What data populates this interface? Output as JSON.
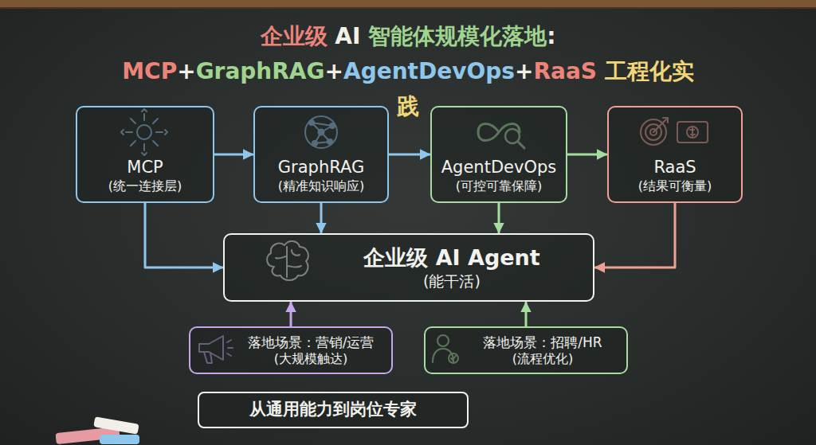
{
  "diagram": {
    "title": "企业级 AI 智能体规模化落地: MCP+GraphRAG+AgentDevOps+RaaS 工程化实践",
    "nodes": [
      {
        "text": [
          "MCP",
          "(统一连接层)"
        ]
      },
      {
        "text": [
          "GraphRAG",
          "(精准知识响应)"
        ]
      },
      {
        "text": [
          "AgentDevOps",
          "(可控可靠保障)"
        ]
      },
      {
        "text": [
          "RaaS",
          "(结果可衡量)"
        ]
      },
      {
        "text": [
          "企业级 AI Agent",
          "(能干活)"
        ]
      },
      {
        "text": [
          "落地场景：营销/运营",
          "(大规模触达)"
        ]
      },
      {
        "text": [
          "落地场景：招聘/HR",
          "(流程优化)"
        ]
      },
      {
        "text": [
          "从通用能力到岗位专家"
        ]
      }
    ],
    "edges": [
      {
        "from": 0,
        "to": 1,
        "arrow": "to"
      },
      {
        "from": 1,
        "to": 2,
        "arrow": "to"
      },
      {
        "from": 2,
        "to": 3,
        "arrow": "to"
      },
      {
        "from": 0,
        "to": 4,
        "arrow": "to"
      },
      {
        "from": 1,
        "to": 4,
        "arrow": "to"
      },
      {
        "from": 2,
        "to": 4,
        "arrow": "to"
      },
      {
        "from": 3,
        "to": 4,
        "arrow": "to"
      },
      {
        "from": 5,
        "to": 4,
        "arrow": "to"
      },
      {
        "from": 6,
        "to": 4,
        "arrow": "to"
      }
    ]
  }
}
